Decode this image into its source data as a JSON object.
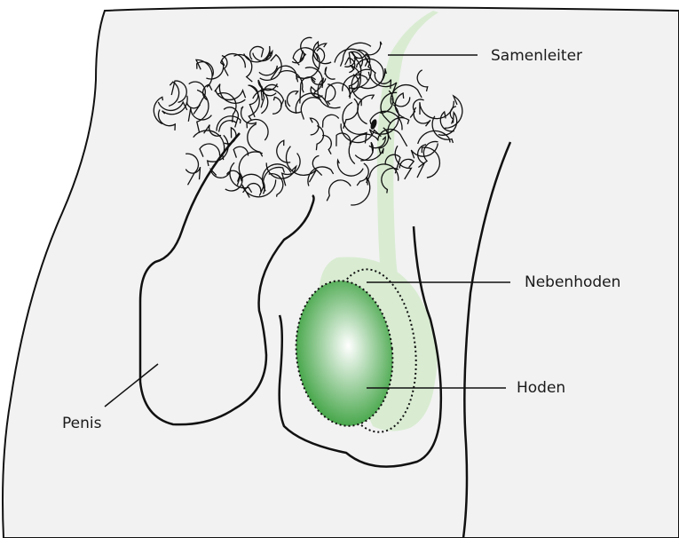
{
  "labels": {
    "samenleiter": "Samenleiter",
    "nebenhoden": "Nebenhoden",
    "hoden": "Hoden",
    "penis": "Penis"
  },
  "colors": {
    "body_fill": "#f2f2f2",
    "outline": "#111111",
    "duct_green": "#d9ecd2",
    "testis_green_dark": "#2f9b33",
    "testis_green_light": "#ffffff"
  }
}
